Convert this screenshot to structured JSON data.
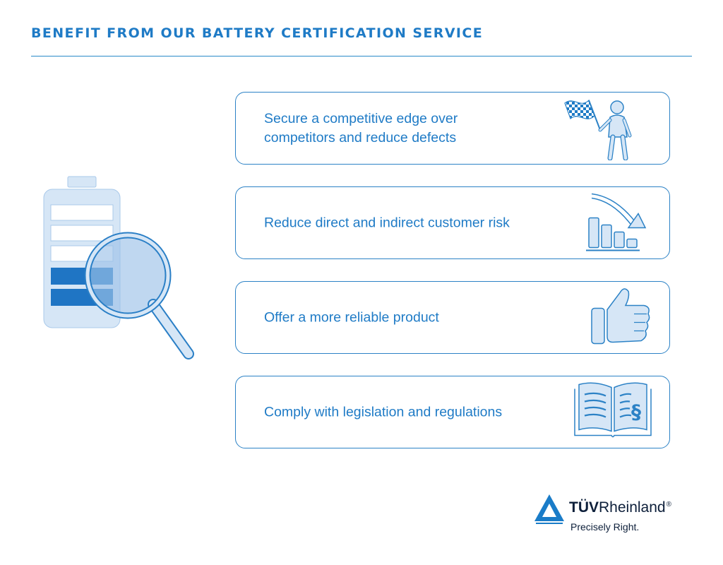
{
  "title": "BENEFIT FROM OUR BATTERY CERTIFICATION SERVICE",
  "illustration": {
    "icon": "battery-magnifier-icon",
    "charge_segments_total": 5,
    "charge_segments_filled": 2
  },
  "benefits": [
    {
      "text": "Secure a competitive edge over\ncompetitors and reduce defects",
      "icon": "finish-flag-person-icon"
    },
    {
      "text": "Reduce direct and indirect customer risk",
      "icon": "declining-bar-chart-icon"
    },
    {
      "text": "Offer a more reliable product",
      "icon": "thumbs-up-icon"
    },
    {
      "text": "Comply with legislation and regulations",
      "icon": "law-book-icon"
    }
  ],
  "logo": {
    "brand_bold": "TÜV",
    "brand_rest": "Rheinland",
    "registered": "®",
    "tagline": "Precisely Right."
  },
  "colors": {
    "accent": "#1f7bc6",
    "border": "#2c82c6",
    "light_fill": "#d6e6f6",
    "dark_blue": "#0d1f3a"
  }
}
